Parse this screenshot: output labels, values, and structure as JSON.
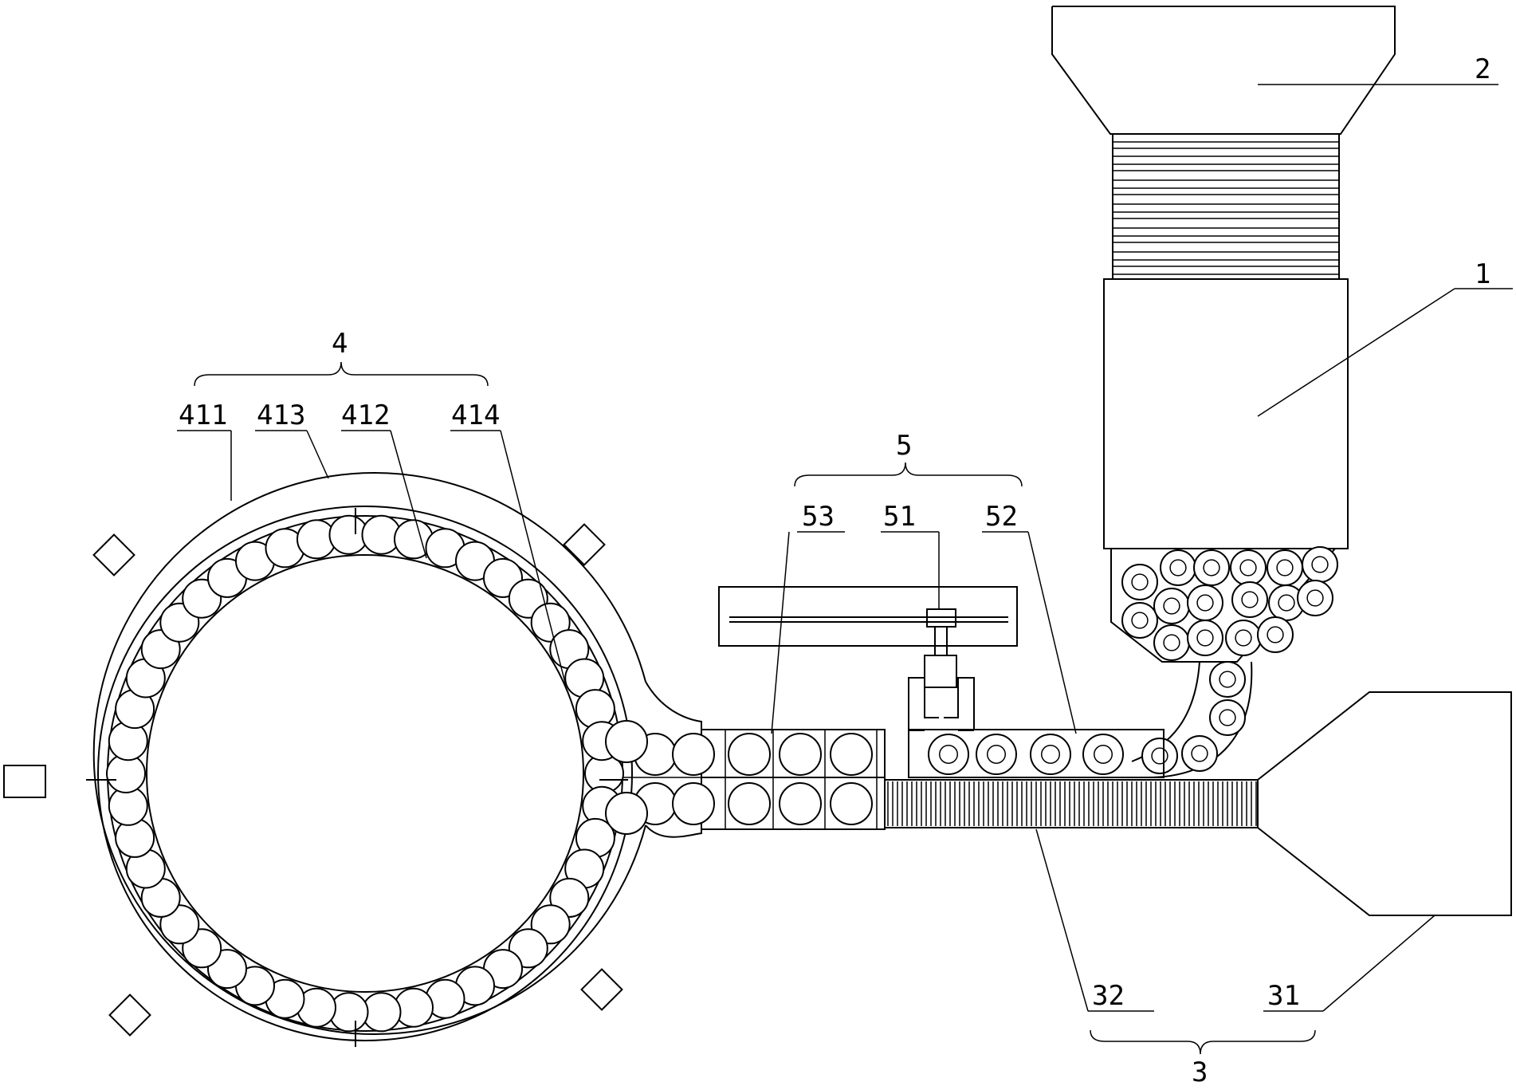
{
  "labels": {
    "label_1": "1",
    "label_2": "2",
    "label_3": "3",
    "label_31": "31",
    "label_32": "32",
    "label_4": "4",
    "label_411": "411",
    "label_412": "412",
    "label_413": "413",
    "label_414": "414",
    "label_5": "5",
    "label_51": "51",
    "label_52": "52",
    "label_53": "53"
  }
}
